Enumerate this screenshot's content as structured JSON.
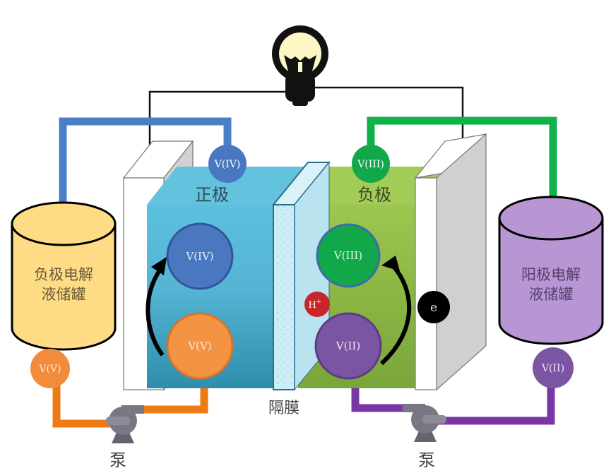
{
  "title": "全钒液流电池示意图",
  "colors": {
    "positive_electrolyte": "#3fa9c9",
    "negative_electrolyte": "#8db543",
    "membrane": "#cdeef6",
    "tank_left": "#fddc85",
    "tank_right": "#b896d3",
    "pipe_blue": "#4a7fc6",
    "pipe_green": "#0fb14a",
    "pipe_orange": "#ee7a16",
    "pipe_purple": "#7a36a6",
    "ion_v4": "#4a78c0",
    "ion_v5": "#f28c3c",
    "ion_v3": "#12a84a",
    "ion_v2": "#7a55a3",
    "proton": "#c8262a",
    "electron": "#000000",
    "wire": "#111111",
    "bulb_glass": "#fdf7c6"
  },
  "labels": {
    "positive_electrode": "正极",
    "negative_electrode": "负极",
    "membrane": "隔膜",
    "pump_left": "泵",
    "pump_right": "泵",
    "tank_left_line1": "负极电解",
    "tank_left_line2": "液储罐",
    "tank_right_line1": "阳极电解",
    "tank_right_line2": "液储罐"
  },
  "ions": {
    "pipe_left_top": "V(IV)",
    "pipe_right_top": "V(III)",
    "cell_left_top": "V(IV)",
    "cell_left_bottom": "V(V)",
    "cell_right_top": "V(III)",
    "cell_right_bottom": "V(II)",
    "tank_left_out": "V(V)",
    "tank_right_out": "V(II)",
    "proton": "H",
    "proton_sup": "+",
    "electron": "e"
  }
}
